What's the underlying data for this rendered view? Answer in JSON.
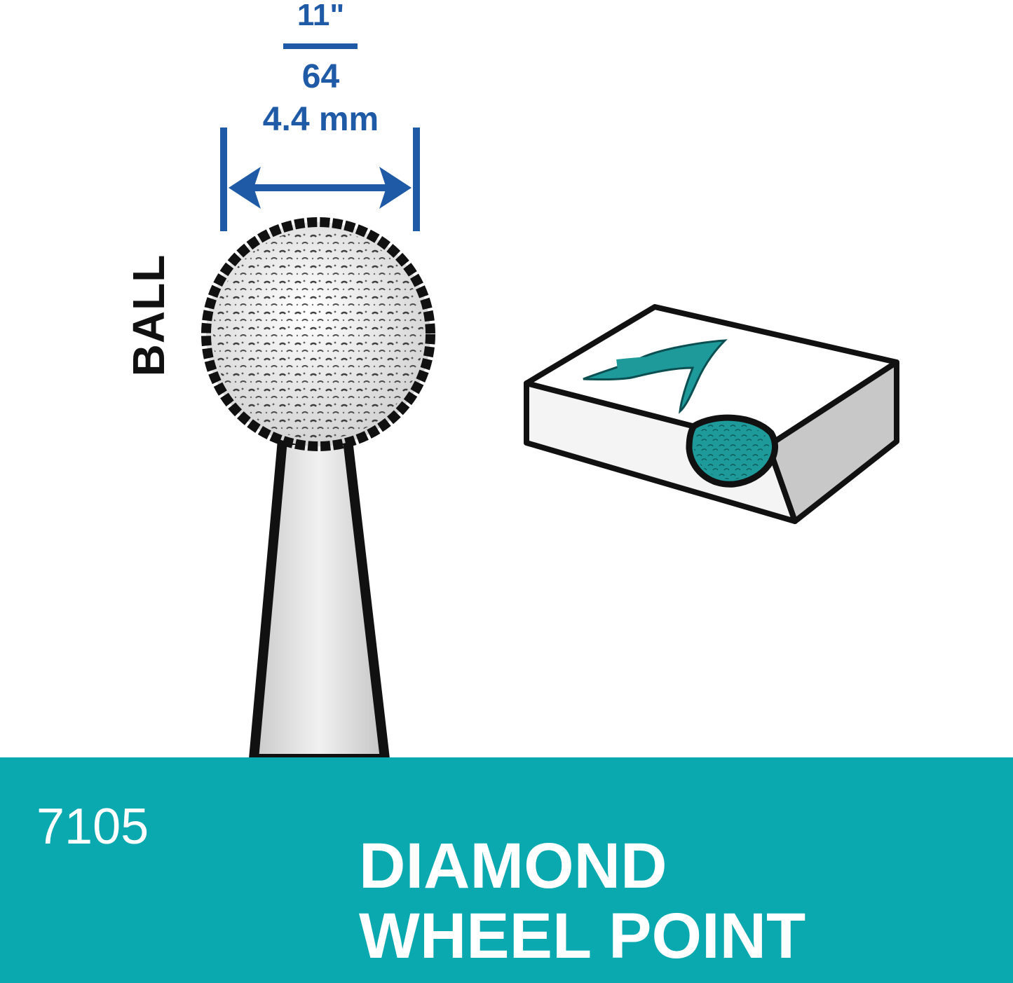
{
  "dimension": {
    "fraction_numerator": "11\"",
    "fraction_denominator": "64",
    "metric": "4.4 mm"
  },
  "shape_label": "BALL",
  "part_number": "7105",
  "product_title": {
    "line1": "DIAMOND",
    "line2": "WHEEL POINT"
  },
  "colors": {
    "dimension_blue": "#1f5aa6",
    "brand_teal": "#0aa9b0",
    "engrave_teal": "#1e9a9a",
    "outline": "#111111"
  }
}
